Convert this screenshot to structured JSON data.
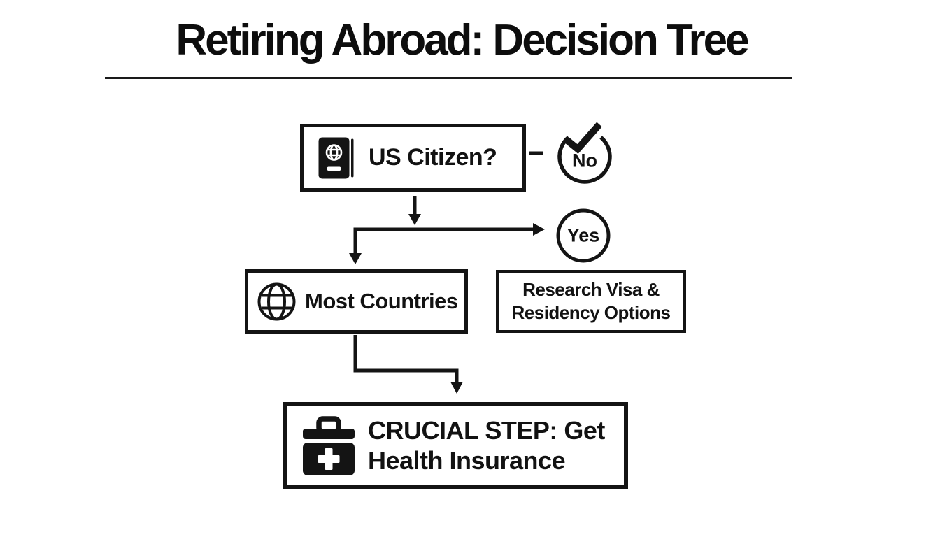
{
  "title": "Retiring Abroad: Decision Tree",
  "colors": {
    "ink": "#141414",
    "background": "#ffffff"
  },
  "nodes": {
    "us_citizen": {
      "label": "US Citizen?",
      "icon": "passport-icon"
    },
    "no_badge": {
      "label": "No",
      "icon": "check-circle-icon"
    },
    "yes_badge": {
      "label": "Yes",
      "icon": "circle-icon"
    },
    "most_countries": {
      "label": "Most Countries",
      "icon": "globe-icon"
    },
    "research_visa": {
      "line1": "Research Visa &",
      "line2": "Residency Options"
    },
    "health_insurance": {
      "line1": "CRUCIAL STEP: Get",
      "line2": "Health Insurance",
      "icon": "first-aid-kit-icon"
    }
  }
}
